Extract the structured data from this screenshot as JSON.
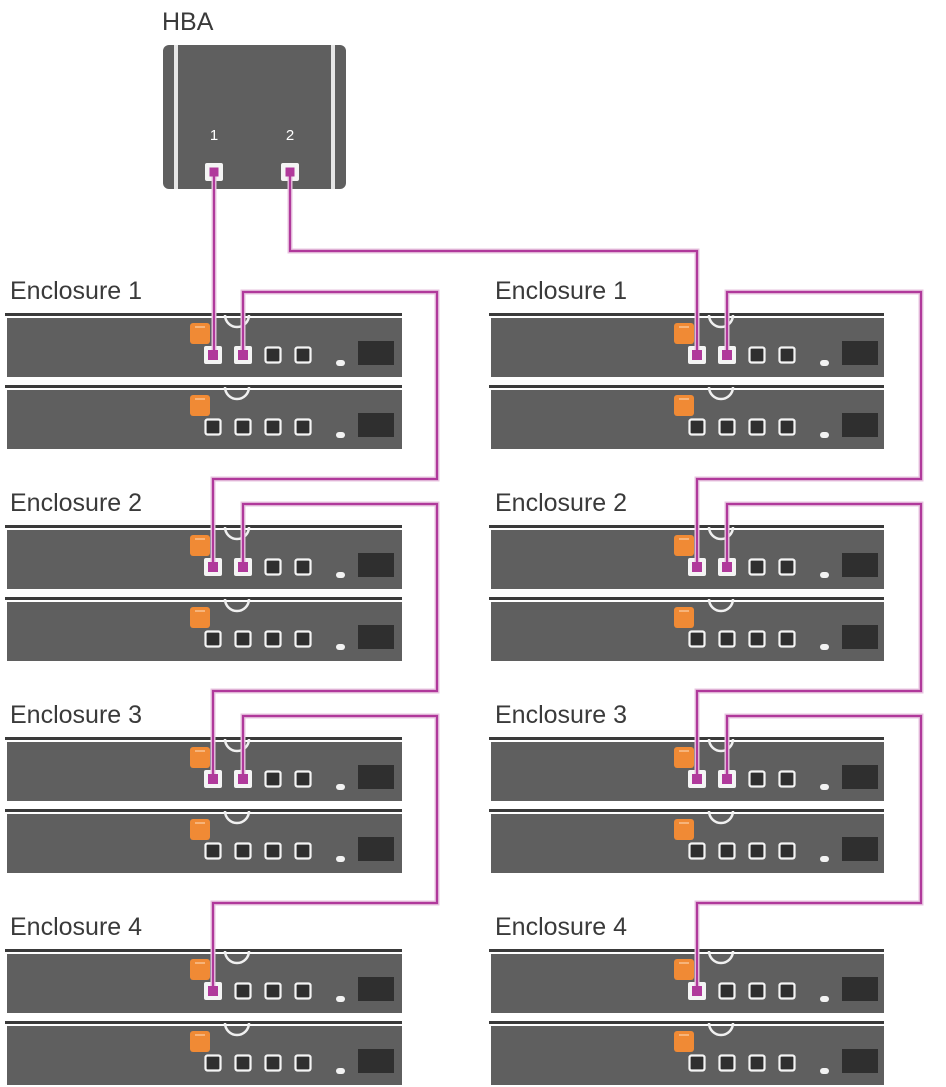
{
  "title": "HBA",
  "hba": {
    "label": "HBA",
    "ports": [
      {
        "id": "1",
        "label": "1"
      },
      {
        "id": "2",
        "label": "2"
      }
    ]
  },
  "chains": [
    {
      "name": "left-chain",
      "source_port": "1",
      "enclosures": [
        {
          "label": "Enclosure 1",
          "connected_ports": 2
        },
        {
          "label": "Enclosure 2",
          "connected_ports": 2
        },
        {
          "label": "Enclosure 3",
          "connected_ports": 2
        },
        {
          "label": "Enclosure 4",
          "connected_ports": 1
        }
      ]
    },
    {
      "name": "right-chain",
      "source_port": "2",
      "enclosures": [
        {
          "label": "Enclosure 1",
          "connected_ports": 2
        },
        {
          "label": "Enclosure 2",
          "connected_ports": 2
        },
        {
          "label": "Enclosure 3",
          "connected_ports": 2
        },
        {
          "label": "Enclosure 4",
          "connected_ports": 1
        }
      ]
    }
  ],
  "ports_per_module": 4,
  "colors": {
    "cable": "#b0399b",
    "chassis": "#5f5f5f",
    "chassis_dark": "#2f2f2f",
    "handle": "#f08a35",
    "port_outline": "#f4f4f4",
    "text": "#3a3a3a"
  }
}
